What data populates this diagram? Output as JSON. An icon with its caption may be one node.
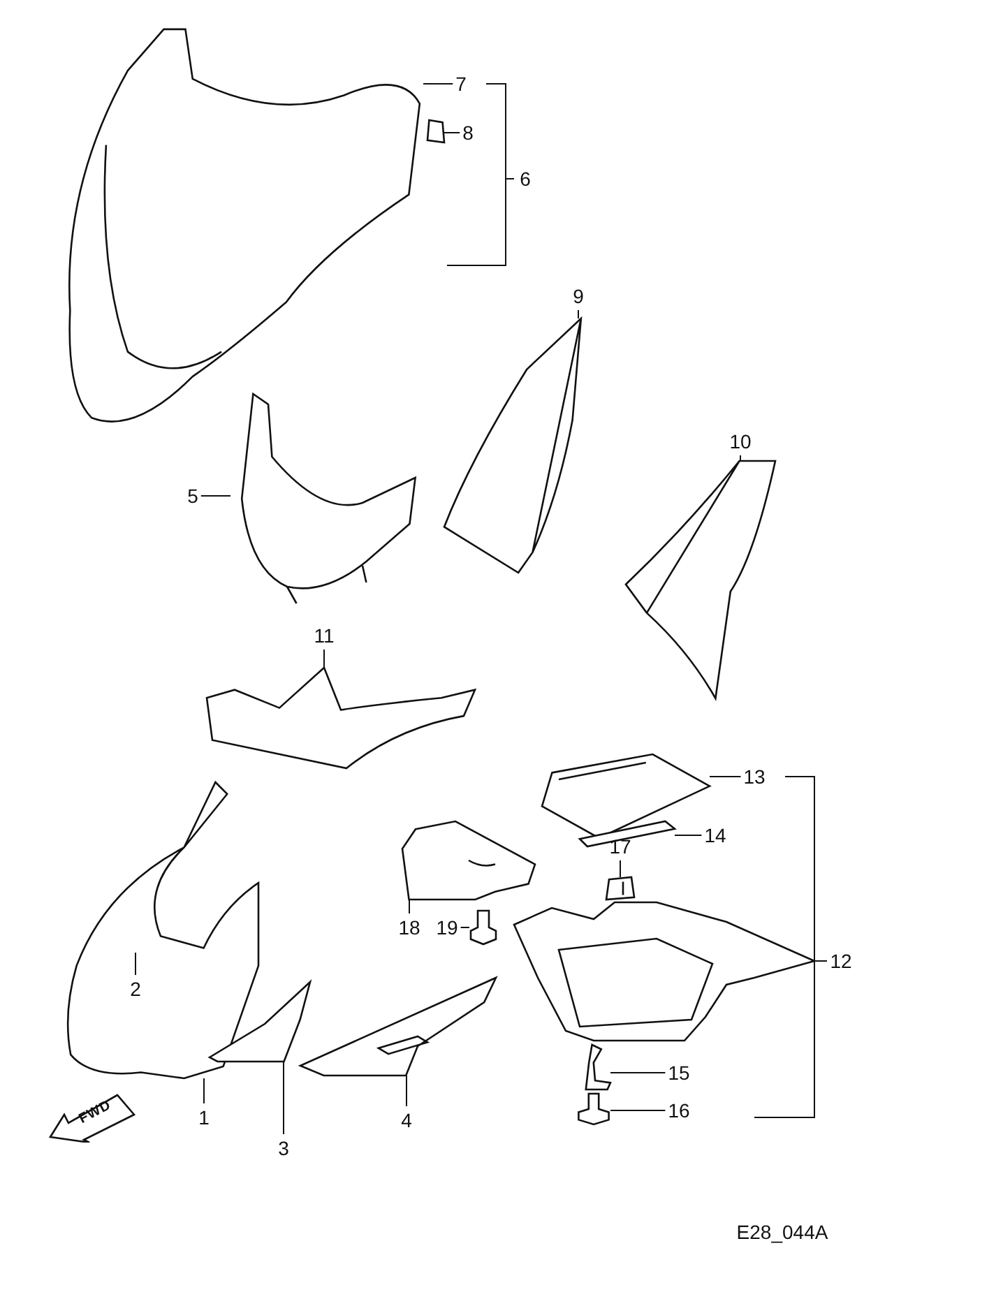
{
  "diagram": {
    "nodes": [
      {
        "text": [
          "1"
        ]
      },
      {
        "text": [],
        "shape": "picture"
      },
      {
        "text": [
          "2"
        ],
        "in": 1
      },
      {
        "text": [
          "3"
        ]
      },
      {
        "text": [],
        "shape": "picture"
      },
      {
        "text": [
          "4"
        ]
      },
      {
        "text": [],
        "shape": "picture"
      },
      {
        "text": [
          "5"
        ]
      },
      {
        "text": [],
        "shape": "picture"
      },
      {
        "text": [
          "7"
        ]
      },
      {
        "text": [],
        "shape": "picture"
      },
      {
        "text": [
          "8"
        ]
      },
      {
        "text": [],
        "shape": "picture"
      },
      {
        "text": [
          "9"
        ]
      },
      {
        "text": [],
        "shape": "picture"
      },
      {
        "text": [
          "10"
        ]
      },
      {
        "text": [],
        "shape": "picture"
      },
      {
        "text": [
          "11"
        ]
      },
      {
        "text": [],
        "shape": "picture"
      },
      {
        "text": [
          "13"
        ]
      },
      {
        "text": [],
        "shape": "picture"
      },
      {
        "text": [
          "14"
        ]
      },
      {
        "text": [],
        "shape": "picture"
      },
      {
        "text": [
          "15"
        ]
      },
      {
        "text": [],
        "shape": "picture"
      },
      {
        "text": [
          "16"
        ]
      },
      {
        "text": [],
        "shape": "picture"
      },
      {
        "text": [
          "17"
        ]
      },
      {
        "text": [],
        "shape": "picture"
      },
      {
        "text": [
          "18"
        ]
      },
      {
        "text": [],
        "shape": "picture"
      },
      {
        "text": [
          "19"
        ]
      },
      {
        "text": [],
        "shape": "picture"
      }
    ],
    "edges": [
      {
        "from": 0,
        "to": 1,
        "arrow": "none"
      },
      {
        "from": 2,
        "to": null,
        "arrow": "none"
      },
      {
        "from": 3,
        "to": 4,
        "arrow": "none"
      },
      {
        "from": 5,
        "to": 6,
        "arrow": "none"
      },
      {
        "from": 7,
        "to": 8,
        "arrow": "none"
      },
      {
        "from": 9,
        "to": 10,
        "arrow": "none"
      },
      {
        "from": 11,
        "to": 12,
        "arrow": "none"
      },
      {
        "from": 13,
        "to": 14,
        "arrow": "none"
      },
      {
        "from": 15,
        "to": 16,
        "arrow": "none"
      },
      {
        "from": 17,
        "to": 18,
        "arrow": "none"
      },
      {
        "from": 19,
        "to": 20,
        "arrow": "none"
      },
      {
        "from": 21,
        "to": 22,
        "arrow": "none"
      },
      {
        "from": 23,
        "to": 24,
        "arrow": "none"
      },
      {
        "from": 25,
        "to": 26,
        "arrow": "none"
      },
      {
        "from": 27,
        "to": 28,
        "arrow": "none"
      },
      {
        "from": 29,
        "to": 30,
        "arrow": "none"
      },
      {
        "from": 31,
        "to": 32,
        "arrow": "none"
      }
    ],
    "labels": [
      "6",
      "12",
      "FWD",
      "E28_044A"
    ]
  }
}
